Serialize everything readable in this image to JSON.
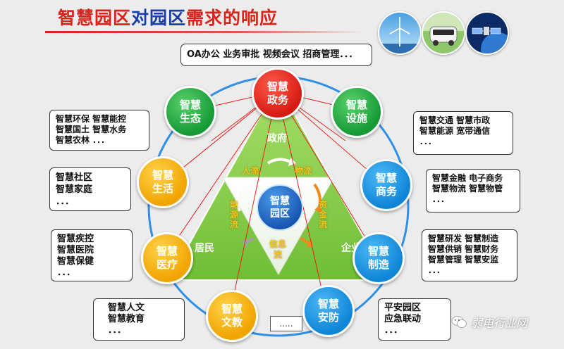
{
  "title": {
    "part1": "智慧园区",
    "part2": "对园区",
    "part3": "需求的响应"
  },
  "center": {
    "line1": "智慧",
    "line2": "园区"
  },
  "nodes": {
    "zhengwu": {
      "line1": "智慧",
      "line2": "政务",
      "color": "#d51b14"
    },
    "sheshi": {
      "line1": "智慧",
      "line2": "设施",
      "color": "#159a36"
    },
    "shangwu": {
      "line1": "智慧",
      "line2": "商务",
      "color": "#0f85d8"
    },
    "zhizao": {
      "line1": "智慧",
      "line2": "制造",
      "color": "#0f85d8"
    },
    "anfang": {
      "line1": "智慧",
      "line2": "安防",
      "color": "#0f85d8"
    },
    "wenjiao": {
      "line1": "智慧",
      "line2": "文教",
      "color": "#f0a400"
    },
    "yiliao": {
      "line1": "智慧",
      "line2": "医疗",
      "color": "#f0a400"
    },
    "shenghuo": {
      "line1": "智慧",
      "line2": "生活",
      "color": "#f0a400"
    },
    "shengtai": {
      "line1": "智慧",
      "line2": "生态",
      "color": "#159a36"
    }
  },
  "boxes": {
    "top": "OA办公 业务审批 视频会议 招商管理．．．",
    "shengtai": [
      "智慧环保 智慧能控",
      "智慧国土 智慧水务",
      "智慧农林 ．．．"
    ],
    "sheshi": [
      "智慧交通 智慧市政",
      "智慧能源 宽带通信",
      "．．．"
    ],
    "shenghuo": [
      "智慧社区",
      "智慧家庭",
      "．．．"
    ],
    "shangwu": [
      "智慧金融 电子商务",
      "智慧物流 智慧物管",
      "．．．"
    ],
    "yiliao": [
      "智慧疾控",
      "智慧医院",
      "智慧保健",
      "．．．"
    ],
    "zhizao": [
      "智慧研发 智慧制造",
      "智慧供销 智慧财务",
      "智慧管理 智慧安监",
      "．．．"
    ],
    "wenjiao": [
      "智慧人文",
      "智慧教育",
      "．．．"
    ],
    "anfang": [
      "平安园区",
      "应急联动",
      "．．．"
    ]
  },
  "triangle": {
    "top": "政府",
    "left": "居民",
    "right": "企业"
  },
  "flows": {
    "renliu": "人流",
    "wuliu": "物流",
    "nengyuanliu": "能源流",
    "zijinliu": "资金流",
    "xinxiliu": "信息流"
  },
  "more": ".....",
  "watermark": "弱电行业网",
  "thumbnails": [
    "wind-turbine-photo",
    "electric-vehicle-photo",
    "satellite-photo"
  ]
}
